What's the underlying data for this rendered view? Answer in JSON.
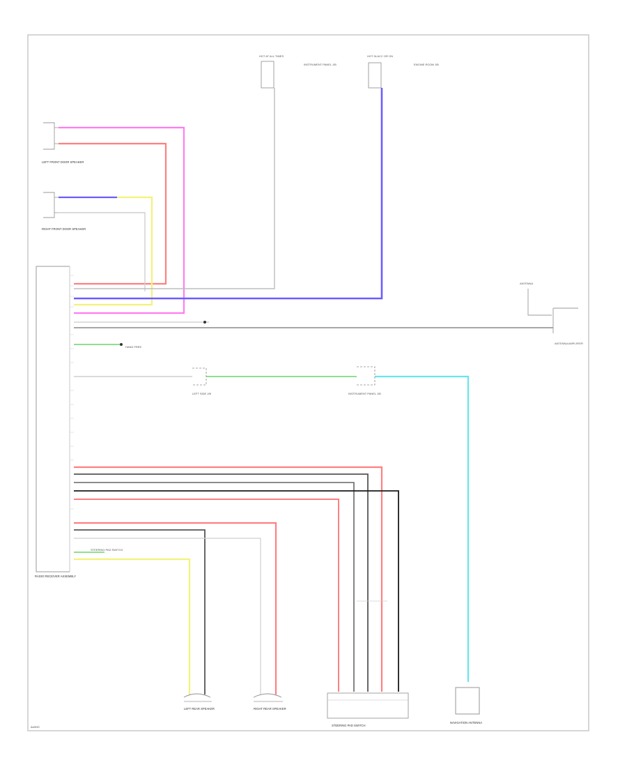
{
  "diagram": {
    "title": "",
    "corner_tag": "AUDIO",
    "components": {
      "radio_receiver": "RADIO RECEIVER ASSEMBLY",
      "left_front_door_speaker": "LEFT FRONT DOOR SPEAKER",
      "right_front_door_speaker": "RIGHT FRONT DOOR SPEAKER",
      "left_rear_speaker": "LEFT REAR SPEAKER",
      "right_rear_speaker": "RIGHT REAR SPEAKER",
      "steering_pad_switch": "STEERING PAD SWITCH",
      "navigation_antenna": "NAVIGATION ANTENNA",
      "antenna_amplifier": "ANTENNA AMPLIFIER",
      "fuse_box_1": "HOT AT ALL TIMES",
      "fuse_box_2": "HOT IN ACC OR ON",
      "fuse_1_desc": "INSTRUMENT PANEL J/B",
      "fuse_2_desc": "ENGINE ROOM J/B",
      "connector_left": "LEFT SIDE J/B",
      "connector_right": "INSTRUMENT PANEL J/B",
      "hand_free": "HAND FREE",
      "antenna_label": "ANTENNA",
      "steering_sub": "STEERING PAD SWITCH"
    },
    "wire_colors": {
      "pink": "#ff7cf2",
      "red": "#ff7f7f",
      "blue": "#6a5cff",
      "yellow": "#f2f27a",
      "gray": "#a8a8a8",
      "dark": "#555555",
      "green": "#8fe08f",
      "cyan": "#66e6f0",
      "black": "#1a1a1a"
    }
  }
}
